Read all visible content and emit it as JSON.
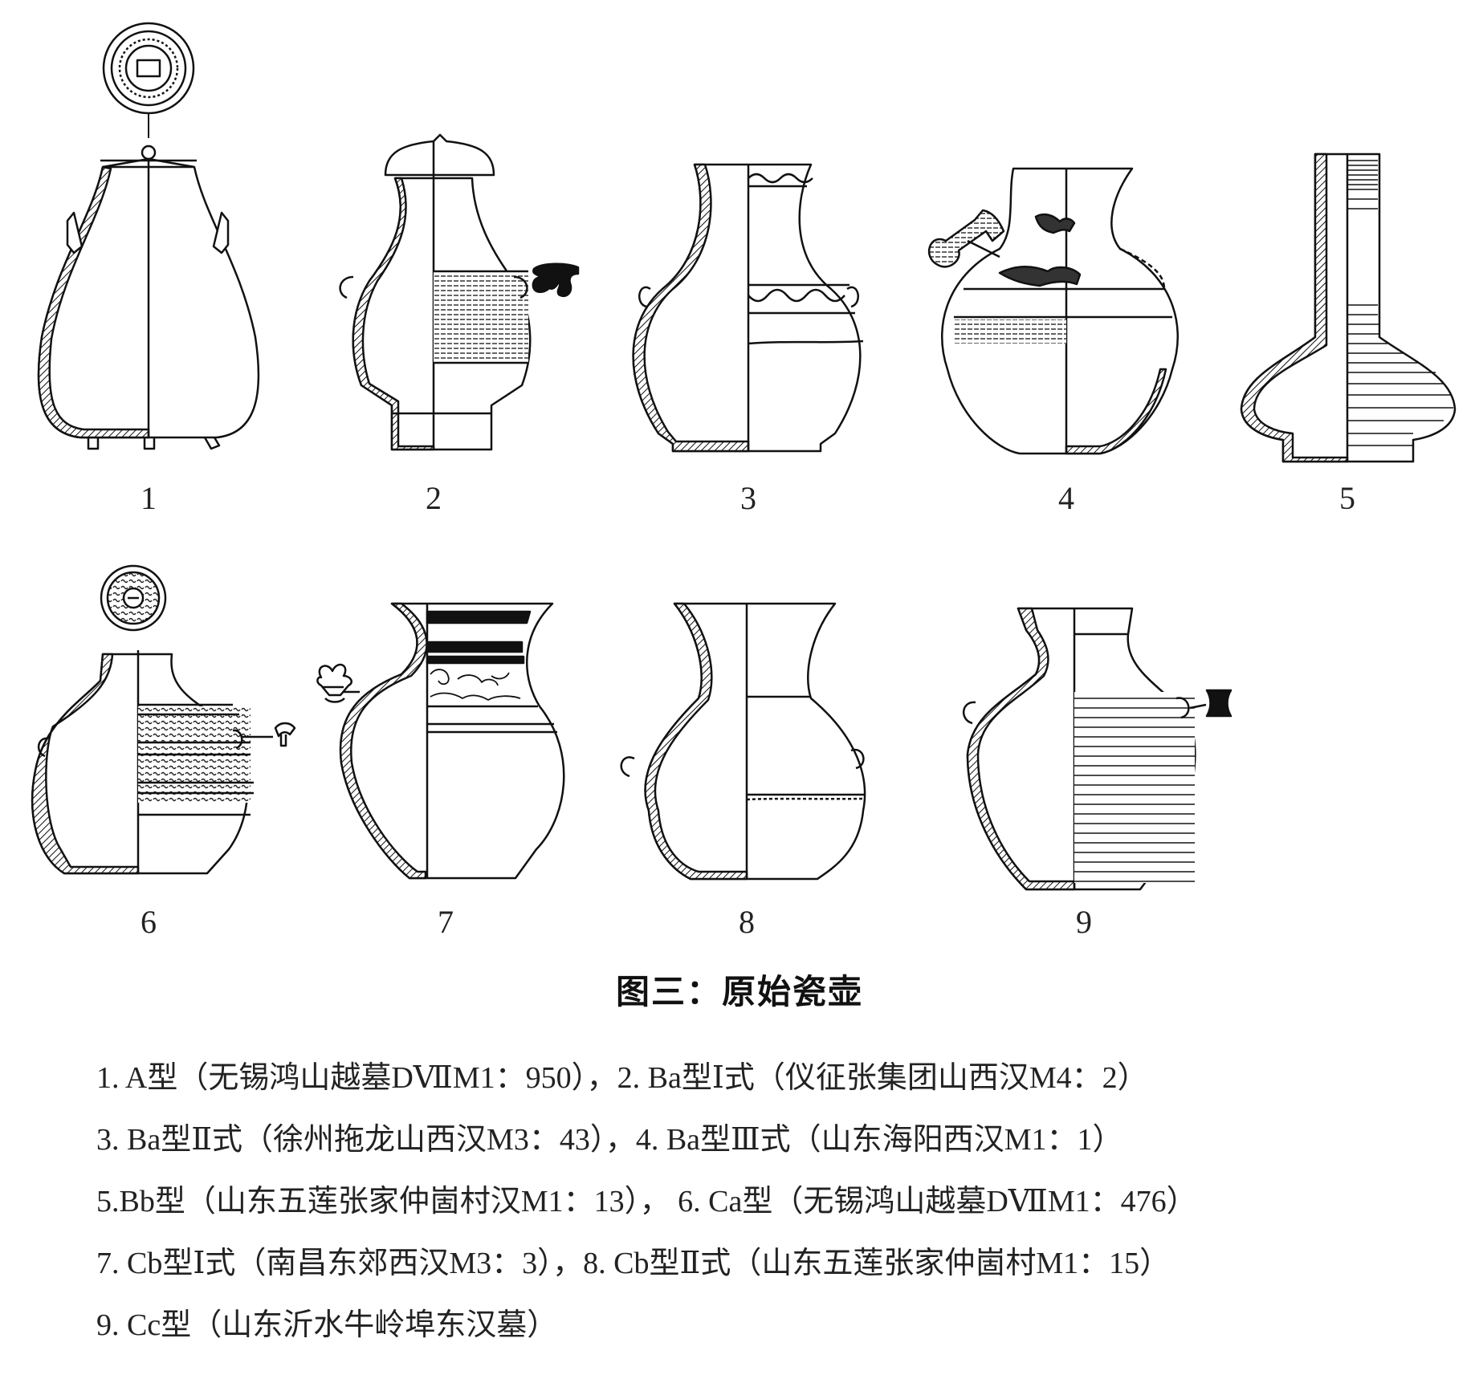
{
  "figure_numbers": [
    "1",
    "2",
    "3",
    "4",
    "5",
    "6",
    "7",
    "8",
    "9"
  ],
  "title": "图三：原始瓷壶",
  "captions": [
    "1. A型（无锡鸿山越墓DⅦM1：950），2. Ba型Ⅰ式（仪征张集团山西汉M4：2）",
    "3. Ba型Ⅱ式（徐州拖龙山西汉M3：43），4. Ba型Ⅲ式（山东海阳西汉M1：1）",
    "5.Bb型（山东五莲张家仲崮村汉M1：13），  6. Ca型（无锡鸿山越墓DⅦM1：476）",
    "7. Cb型Ⅰ式（南昌东郊西汉M3：3），8. Cb型Ⅱ式（山东五莲张家仲崮村M1：15）",
    "9. Cc型（山东沂水牛岭埠东汉墓）"
  ]
}
